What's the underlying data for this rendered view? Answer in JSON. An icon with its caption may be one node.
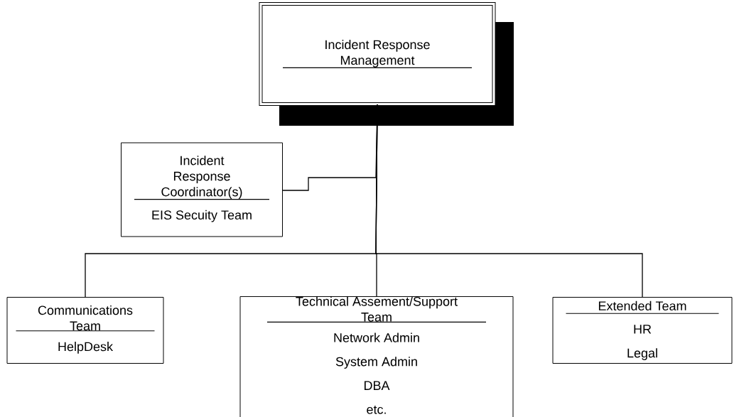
{
  "diagram": {
    "nodes": [
      {
        "text": [
          "Incident Response Management"
        ]
      },
      {
        "text": [
          "Incident Response Coordinator(s)",
          "EIS Secuity Team"
        ]
      },
      {
        "text": [
          "Communications Team",
          "HelpDesk"
        ]
      },
      {
        "text": [
          "Technical Assement/Support Team",
          "Network Admin",
          "System Admin",
          "DBA",
          "etc."
        ]
      },
      {
        "text": [
          "Extended Team",
          "HR",
          "Legal"
        ]
      }
    ],
    "edges": [
      {
        "from": 0,
        "to": 1,
        "arrow": "none"
      },
      {
        "from": 0,
        "to": 2,
        "arrow": "none"
      },
      {
        "from": 0,
        "to": 3,
        "arrow": "none"
      },
      {
        "from": 0,
        "to": 4,
        "arrow": "none"
      }
    ]
  }
}
